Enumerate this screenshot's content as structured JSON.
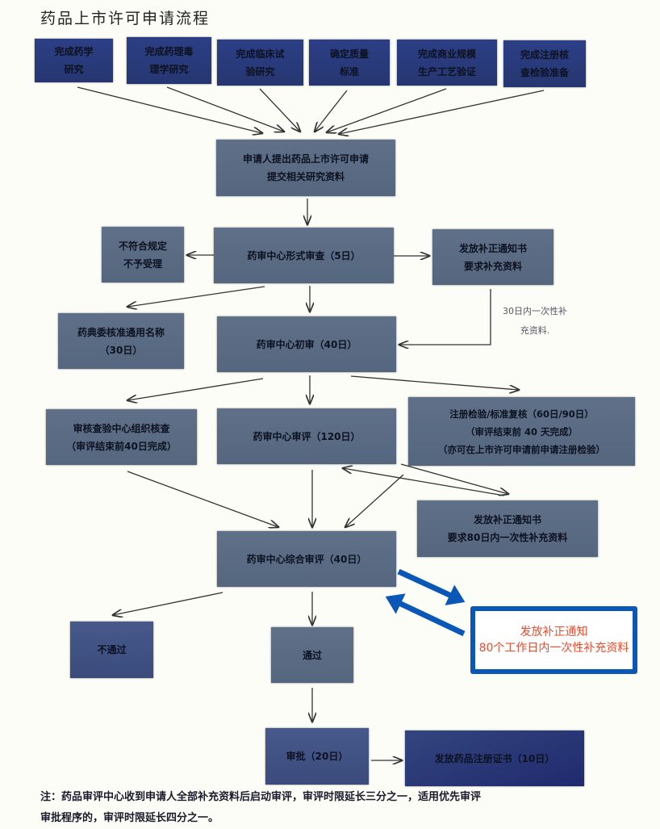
{
  "title": "药品上市许可申请流程",
  "top_boxes": [
    [
      "完成药学",
      "研究"
    ],
    [
      "完成药理毒",
      "理学研究"
    ],
    [
      "完成临床试",
      "验研究"
    ],
    [
      "确定质量",
      "标准"
    ],
    [
      "完成商业规模",
      "生产工艺验证"
    ],
    [
      "完成注册核",
      "查检验准备"
    ]
  ],
  "applicant": [
    "申请人提出药品上市许可申请",
    "提交相关研究资料"
  ],
  "formal_review": "药审中心形式审查（5日）",
  "reject": [
    "不符合规定",
    "不予受理"
  ],
  "supplement_notice": [
    "发放补正通知书",
    "要求补充资料"
  ],
  "supplement_label": [
    "30日内一次性补",
    "充资料."
  ],
  "pharmacopoeia": [
    "药典委核准通用名称",
    "（30日）"
  ],
  "initial_review": "药审中心初审（40日）",
  "inspection": [
    "审核查验中心组织核查",
    "（审评结束前40日完成）"
  ],
  "technical_review": "药审中心审评（120日）",
  "testing": [
    "注册检验/标准复核（60日/90日）",
    "（审评结束前 40 天完成）",
    "（亦可在上市许可申请前申请注册检验）"
  ],
  "notice_80": [
    "发放补正通知书",
    "要求80日内一次性补充资料"
  ],
  "comprehensive_review": "药审中心综合审评（40日）",
  "highlight": [
    "发放补正通知",
    "80个工作日内一次性补充资料"
  ],
  "fail": "不通过",
  "pass": "通过",
  "approval": "审批（20日）",
  "certificate": "发放药品注册证书（10日）",
  "note": [
    "注：药品审评中心收到申请人全部补充资料后启动审评，审评时限延长三分之一，适用优先审评",
    "审批程序的，审评时限延长四分之一。"
  ],
  "colors": {
    "highlight_border": "#0a57b8",
    "highlight_text": "#f04a2a"
  }
}
